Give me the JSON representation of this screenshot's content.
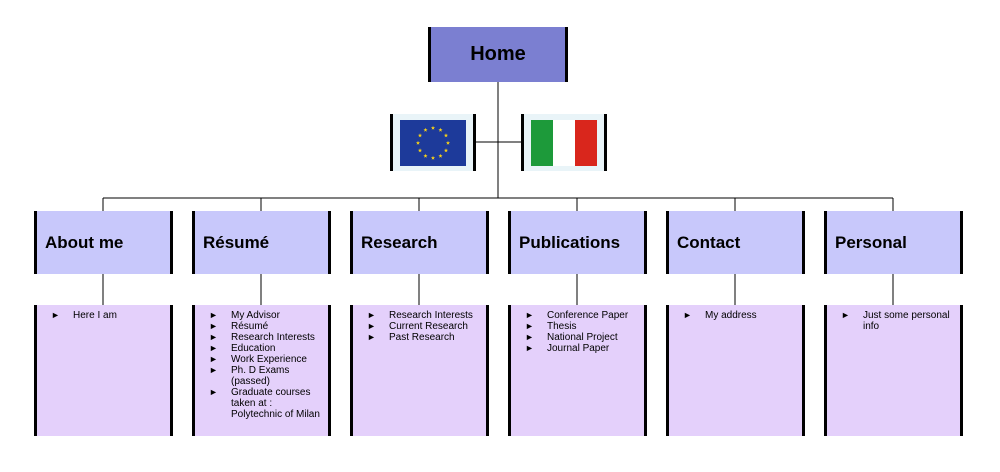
{
  "home": {
    "label": "Home"
  },
  "flags": {
    "eu": {
      "icon": "eu-flag-icon",
      "colors": {
        "field": "#1d3a9a",
        "stars": "#f7d117"
      }
    },
    "it": {
      "icon": "italy-flag-icon",
      "colors": {
        "green": "#1d9a3a",
        "white": "#ffffff",
        "red": "#d9261c"
      }
    }
  },
  "colors": {
    "home_fill": "#7b7fd1",
    "section_fill": "#c8c8fb",
    "content_fill": "#e4d0fb",
    "border": "#000000"
  },
  "sections": [
    {
      "key": "about",
      "title": "About me",
      "items": [
        "Here I am"
      ]
    },
    {
      "key": "resume",
      "title": "Résumé",
      "items": [
        "My Advisor",
        "Résumé",
        "Research Interests",
        "Education",
        "Work Experience",
        "Ph. D Exams (passed)",
        "Graduate courses taken at : Polytechnic of Milan"
      ]
    },
    {
      "key": "research",
      "title": "Research",
      "items": [
        "Research Interests",
        "Current Research",
        "Past Research"
      ]
    },
    {
      "key": "publications",
      "title": "Publications",
      "items": [
        "Conference Paper",
        "Thesis",
        "National Project",
        "Journal Paper"
      ]
    },
    {
      "key": "contact",
      "title": "Contact",
      "items": [
        "My address"
      ]
    },
    {
      "key": "personal",
      "title": "Personal",
      "items": [
        "Just some personal info"
      ]
    }
  ],
  "bullet_glyph": "►"
}
